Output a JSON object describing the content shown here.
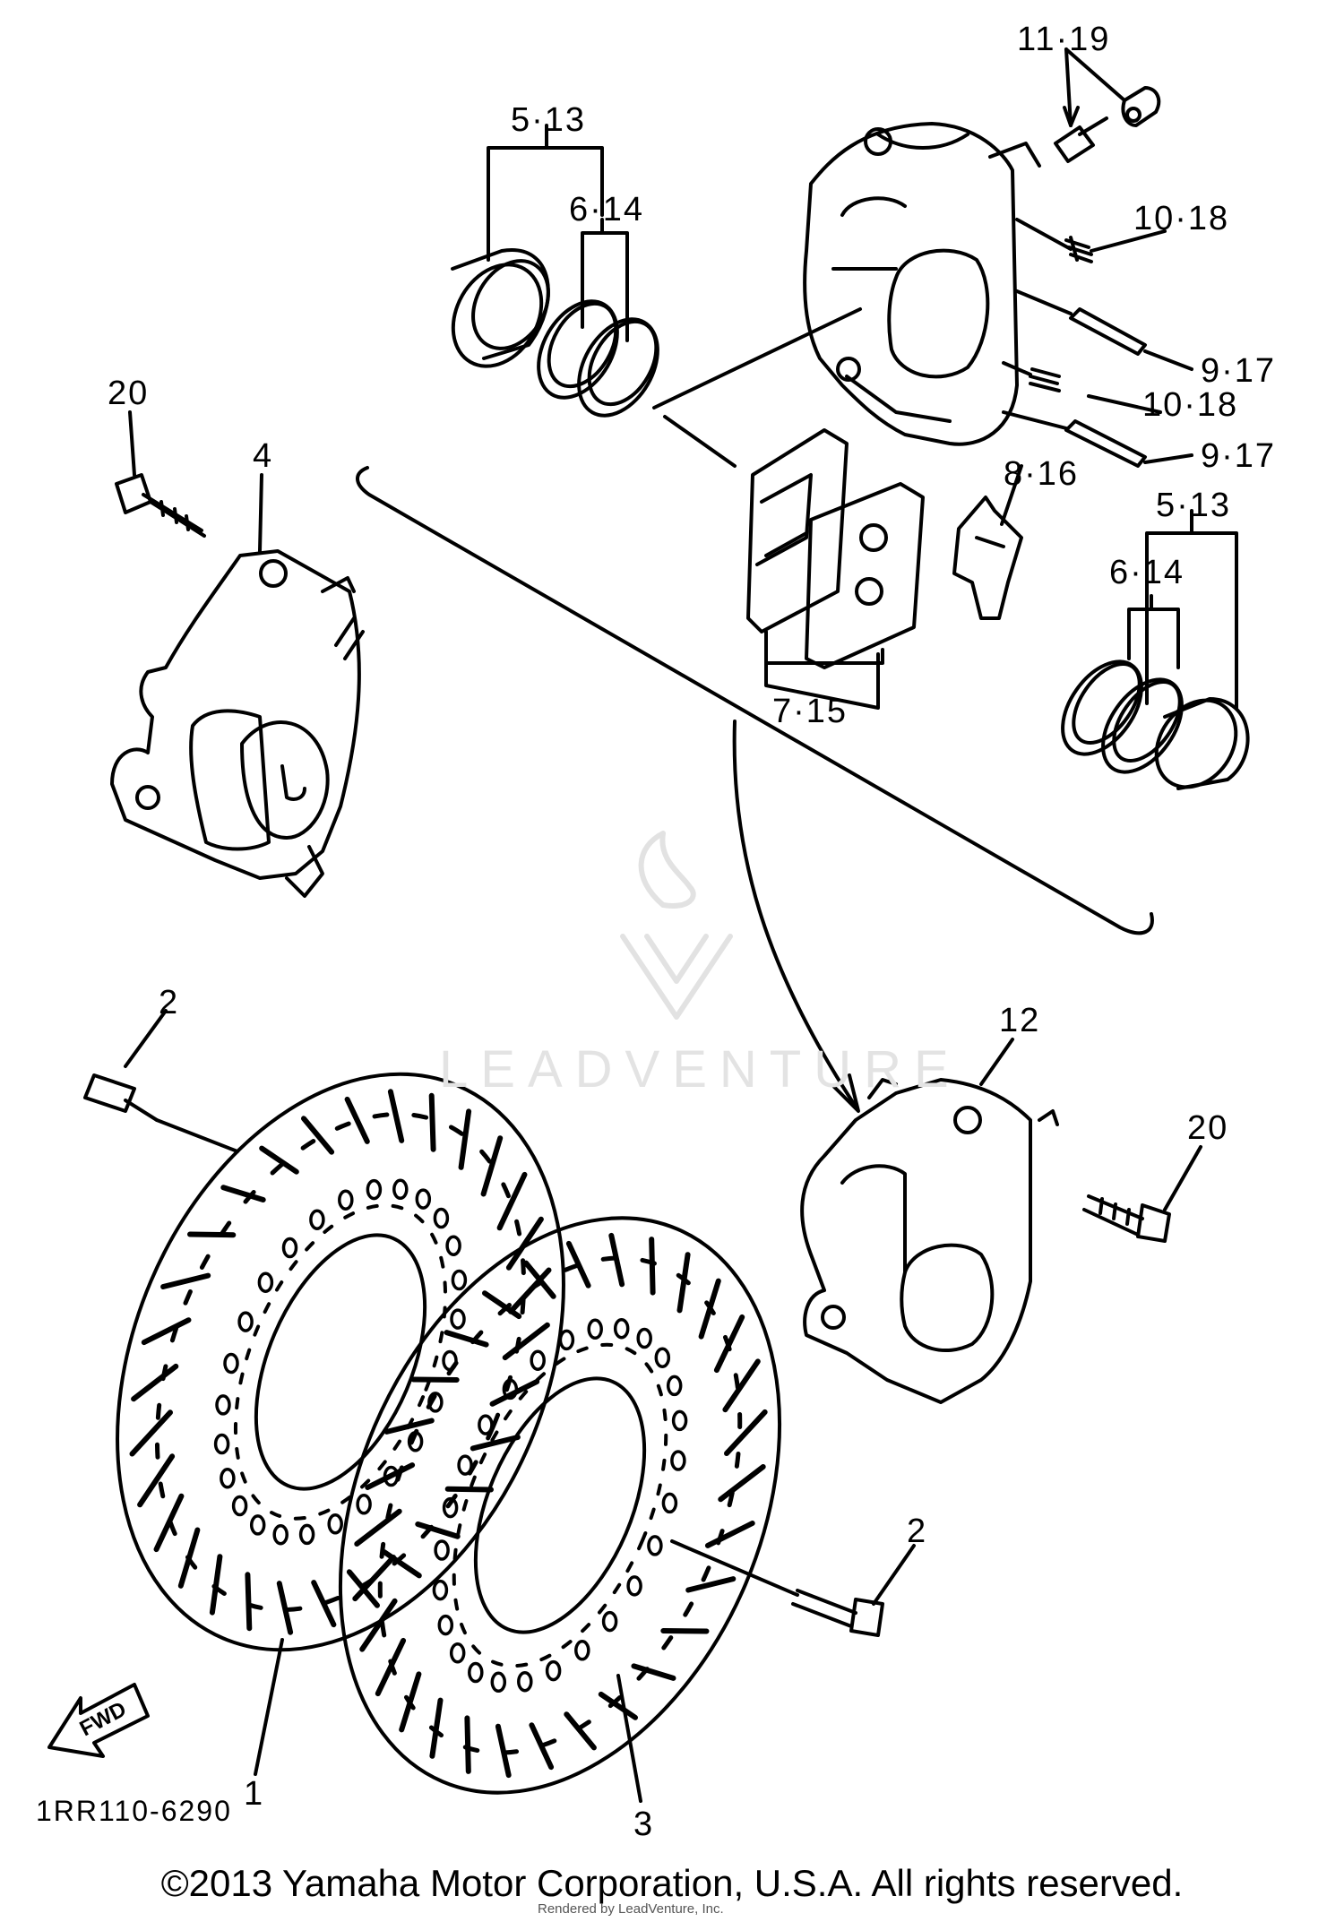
{
  "diagram": {
    "callouts": {
      "c_11_19": "11·19",
      "c_5_13_top": "5·13",
      "c_6_14_top": "6·14",
      "c_10_18_top": "10·18",
      "c_9_17_top": "9·17",
      "c_10_18_mid": "10·18",
      "c_9_17_mid": "9·17",
      "c_20_left": "20",
      "c_4": "4",
      "c_8_16": "8·16",
      "c_5_13_right": "5·13",
      "c_6_14_right": "6·14",
      "c_7_15": "7·15",
      "c_2_left": "2",
      "c_12": "12",
      "c_20_right": "20",
      "c_2_right": "2",
      "c_1": "1",
      "c_3": "3"
    },
    "fwd_label": "FWD",
    "diagram_code": "1RR110-6290"
  },
  "watermark": "LEADVENTURE",
  "footer": {
    "copyright": "©2013 Yamaha Motor Corporation, U.S.A. All rights reserved.",
    "rendered_by": "Rendered by LeadVenture, Inc."
  }
}
